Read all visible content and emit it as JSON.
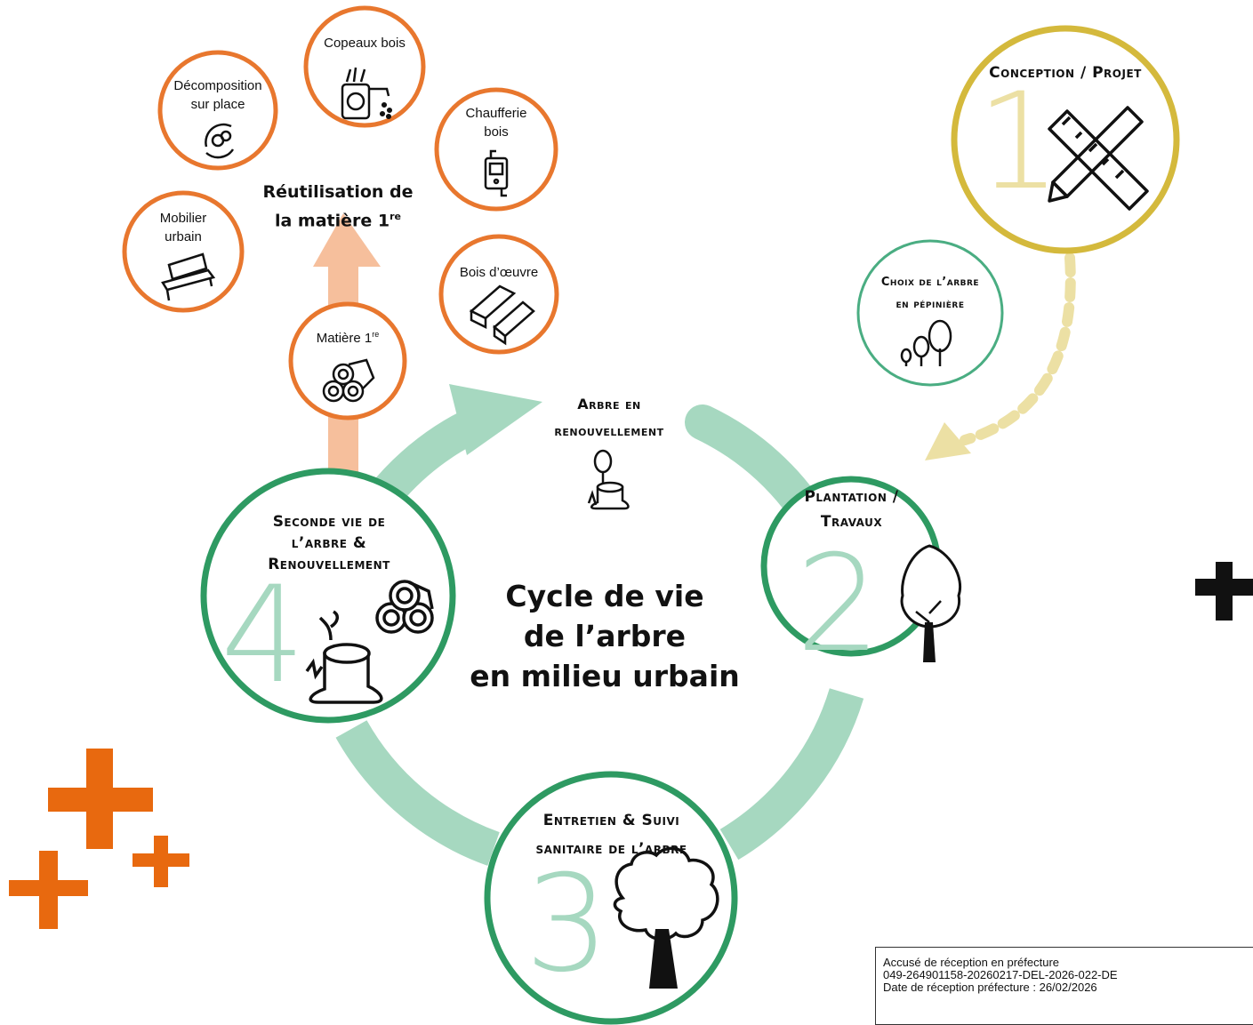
{
  "title": [
    "Cycle de vie",
    "de l’arbre",
    "en milieu urbain"
  ],
  "steps": [
    {
      "number": "1",
      "label_lines": [
        "Conception / Projet"
      ],
      "icon": "ruler-pencil-icon",
      "color": "#d4b93c"
    },
    {
      "number": "2",
      "label_lines": [
        "Plantation /",
        "Travaux"
      ],
      "icon": "tree-icon",
      "color": "#2e9a62"
    },
    {
      "number": "3",
      "label_lines": [
        "Entretien & Suivi",
        "sanitaire de l’arbre"
      ],
      "icon": "oak-tree-icon",
      "color": "#2e9a62"
    },
    {
      "number": "4",
      "label_lines": [
        "Seconde vie de",
        "l’arbre &",
        "Renouvellement"
      ],
      "icon": "stump-logs-icon",
      "color": "#2e9a62"
    }
  ],
  "nursery": {
    "label_lines": [
      "Choix de l’arbre",
      "en pépinière"
    ],
    "icon": "small-trees-icon"
  },
  "renewal": {
    "label_lines": [
      "Arbre en",
      "renouvellement"
    ],
    "icon": "stump-sprout-icon"
  },
  "raw_material": {
    "label": "Matière 1",
    "sup": "re",
    "icon": "logs-icon"
  },
  "reuse": {
    "lines": [
      "Réutilisation de",
      "la matière 1"
    ],
    "sup": "re"
  },
  "reuse_options": [
    {
      "label_lines": [
        "Mobilier",
        "urbain"
      ],
      "icon": "bench-icon"
    },
    {
      "label_lines": [
        "Décomposition",
        "sur place"
      ],
      "icon": "decomposition-cycle-icon"
    },
    {
      "label_lines": [
        "Copeaux bois"
      ],
      "icon": "wood-chipper-icon"
    },
    {
      "label_lines": [
        "Chaufferie",
        "bois"
      ],
      "icon": "boiler-icon"
    },
    {
      "label_lines": [
        "Bois d’œuvre"
      ],
      "icon": "lumber-icon"
    }
  ],
  "stamp": {
    "line1": "Accusé de réception en préfecture",
    "line2": "049-264901158-20260217-DEL-2026-022-DE",
    "line3": "Date de réception préfecture : 26/02/2026"
  },
  "colors": {
    "green": "#2e9a62",
    "light_green": "#a6d8c0",
    "orange": "#e8772e",
    "peach": "#f6bf9c",
    "yellow": "#d4b93c",
    "light_yellow": "#ece0a4",
    "plus_orange": "#e8690f"
  }
}
